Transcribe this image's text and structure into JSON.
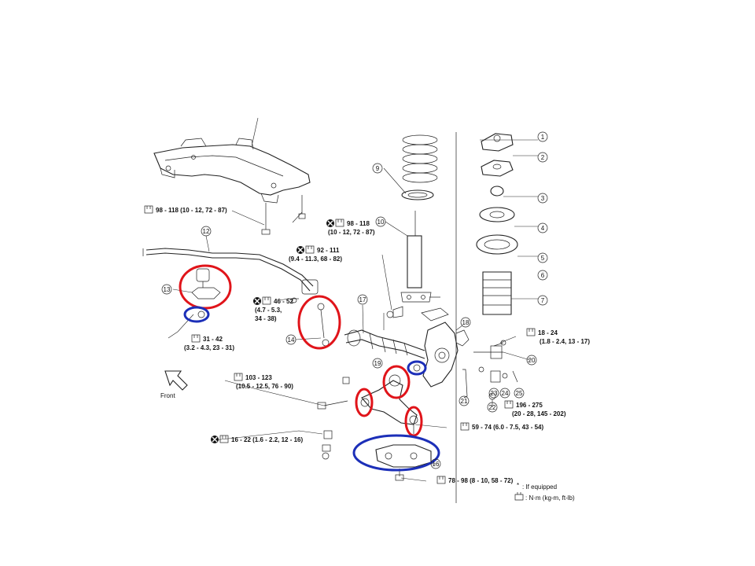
{
  "torque_labels": [
    {
      "id": "t1",
      "text": "98 - 118 (10 - 12, 72 - 87)",
      "icons": [
        "wrench"
      ]
    },
    {
      "id": "t2a",
      "text": "98 - 118",
      "icons": [
        "x",
        "wrench"
      ]
    },
    {
      "id": "t2b",
      "text": "(10 - 12, 72 - 87)",
      "icons": []
    },
    {
      "id": "t3a",
      "text": "92 - 111",
      "icons": [
        "x",
        "wrench"
      ]
    },
    {
      "id": "t3b",
      "text": "(9.4 - 11.3, 68 - 82)",
      "icons": []
    },
    {
      "id": "t4a",
      "text": "46 - 52",
      "icons": [
        "x",
        "wrench"
      ]
    },
    {
      "id": "t4b",
      "text": "(4.7 - 5.3,",
      "icons": []
    },
    {
      "id": "t4c",
      "text": "34 - 38)",
      "icons": []
    },
    {
      "id": "t5a",
      "text": "31 - 42",
      "icons": [
        "wrench"
      ]
    },
    {
      "id": "t5b",
      "text": "(3.2 - 4.3, 23 - 31)",
      "icons": []
    },
    {
      "id": "t6a",
      "text": "103 - 123",
      "icons": [
        "wrench"
      ]
    },
    {
      "id": "t6b",
      "text": "(10.5 - 12.5, 76 - 90)",
      "icons": []
    },
    {
      "id": "t7",
      "text": "16 - 22 (1.6 - 2.2, 12 - 16)",
      "icons": [
        "x",
        "wrench"
      ]
    },
    {
      "id": "t8",
      "text": "59 - 74 (6.0 - 7.5, 43 - 54)",
      "icons": [
        "wrench"
      ]
    },
    {
      "id": "t9",
      "text": "78 - 98 (8 - 10, 58 - 72)",
      "icons": [
        "wrench"
      ]
    },
    {
      "id": "t10a",
      "text": "18 - 24",
      "icons": [
        "wrench"
      ]
    },
    {
      "id": "t10b",
      "text": "(1.8 - 2.4, 13 - 17)",
      "icons": []
    },
    {
      "id": "t11a",
      "text": "196 - 275",
      "icons": [
        "wrench"
      ]
    },
    {
      "id": "t11b",
      "text": "(20 - 28, 145 - 202)",
      "icons": []
    }
  ],
  "callouts": [
    "1",
    "2",
    "3",
    "4",
    "5",
    "6",
    "7",
    "9",
    "10",
    "12",
    "13",
    "14",
    "16",
    "17",
    "18",
    "19",
    "20",
    "21",
    "22",
    "23",
    "24",
    "25"
  ],
  "legend": {
    "if_equipped": ": If equipped",
    "units": ": N·m (kg-m, ft-lb)"
  },
  "front_label": "Front",
  "colors": {
    "highlight_red": "#e0141a",
    "highlight_blue": "#1c2fb8",
    "ink": "#222222"
  }
}
